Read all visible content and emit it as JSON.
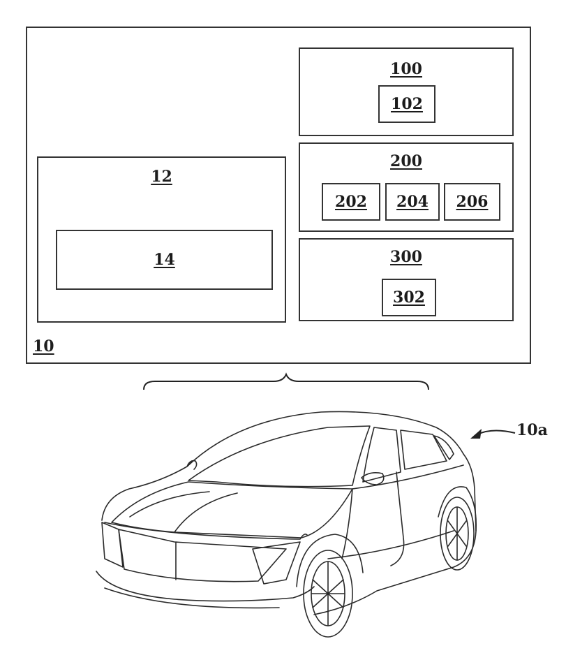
{
  "system": {
    "label": "10",
    "left_module": {
      "label": "12",
      "inner_label": "14"
    },
    "module_100": {
      "label": "100",
      "children": [
        "102"
      ]
    },
    "module_200": {
      "label": "200",
      "children": [
        "202",
        "204",
        "206"
      ]
    },
    "module_300": {
      "label": "300",
      "children": [
        "302"
      ]
    }
  },
  "vehicle": {
    "label": "10a"
  }
}
